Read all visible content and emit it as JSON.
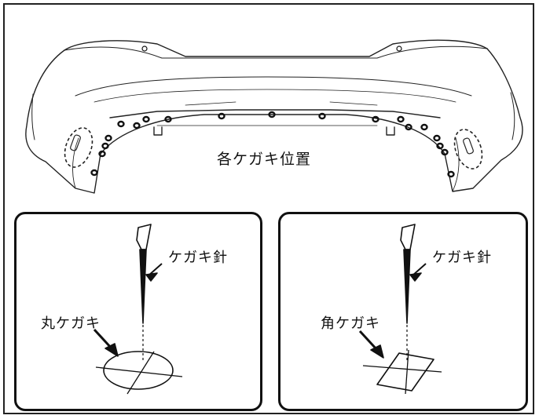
{
  "main_caption": "各ケガキ位置",
  "left_panel": {
    "tool_label": "ケガキ針",
    "mark_label": "丸ケガキ"
  },
  "right_panel": {
    "tool_label": "ケガキ針",
    "mark_label": "角ケガキ"
  }
}
